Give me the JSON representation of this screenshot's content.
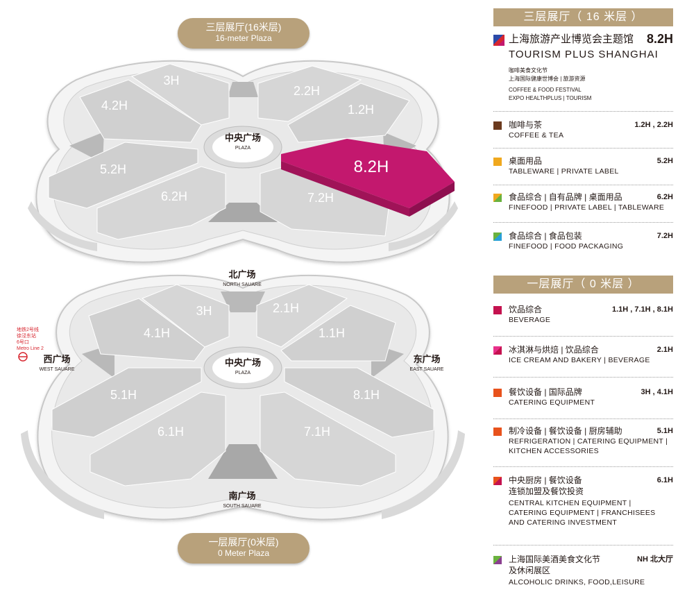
{
  "map_labels": {
    "top_pill_cn": "三层展厅(16米层)",
    "top_pill_en": "16-meter Plaza",
    "bottom_pill_cn": "一层展厅(0米层)",
    "bottom_pill_en": "0 Meter Plaza",
    "plaza_cn": "中央广场",
    "plaza_en": "PLAZA",
    "north_cn": "北广场",
    "north_en": "NORTH SAUARE",
    "south_cn": "南广场",
    "south_en": "SOUTH SAUARE",
    "west_cn": "西广场",
    "west_en": "WEST SAUARE",
    "east_cn": "东广场",
    "east_en": "EAST SAUARE",
    "metro_line1": "地铁2号线",
    "metro_line2": "徐泾东站",
    "metro_line3": "6号口",
    "metro_line4": "Metro Line 2"
  },
  "upper_halls": [
    "3H",
    "4.2H",
    "2.2H",
    "1.2H",
    "5.2H",
    "6.2H",
    "8.2H",
    "7.2H"
  ],
  "lower_halls": [
    "3H",
    "4.1H",
    "2.1H",
    "1.1H",
    "5.1H",
    "6.1H",
    "8.1H",
    "7.1H"
  ],
  "colors": {
    "gold": "#b8a17b",
    "magenta": "#c3186e",
    "hall_gray": "#d6d6d6",
    "brown": "#6b3a1e",
    "yellow": "#f0a81e",
    "crimson": "#c4124f",
    "orange": "#e8521c"
  },
  "legend": {
    "upper_title": "三层展厅（ 16 米层 ）",
    "featured": {
      "title_cn": "上海旅游产业博览会主题馆",
      "code": "8.2H",
      "title_en": "TOURISM PLUS SHANGHAI",
      "line1": "咖啡美食文化节",
      "line2": "上海国际健康世博会 | 旅游资源",
      "line3": "COFFEE & FOOD FESTIVAL",
      "line4": "EXPO HEALTHPLUS  | TOURISM"
    },
    "upper_items": [
      {
        "cn": "咖啡与茶",
        "en": "COFFEE & TEA",
        "code": "1.2H , 2.2H",
        "swatch": "brown"
      },
      {
        "cn": "桌面用品",
        "en": "TABLEWARE | PRIVATE LABEL",
        "code": "5.2H",
        "swatch": "yellow"
      },
      {
        "cn": "食品综合 | 自有品牌 | 桌面用品",
        "en": "FINEFOOD | PRIVATE LABEL | TABLEWARE",
        "code": "6.2H",
        "swatch": "yellowgreen"
      },
      {
        "cn": "食品综合 | 食品包装",
        "en": " FINEFOOD | FOOD PACKAGING",
        "code": "7.2H",
        "swatch": "greenblue"
      }
    ],
    "lower_title": "一层展厅（ 0 米层 ）",
    "lower_items": [
      {
        "cn": "饮品综合",
        "en": "BEVERAGE",
        "code": "1.1H , 7.1H , 8.1H",
        "swatch": "crimson"
      },
      {
        "cn": "冰淇淋与烘焙 | 饮品综合",
        "en": "ICE CREAM AND BAKERY  |  BEVERAGE",
        "code": "2.1H",
        "swatch": "pinkcrimson"
      },
      {
        "cn": "餐饮设备 | 国际品牌",
        "en": "CATERING EQUIPMENT",
        "code": "3H , 4.1H",
        "swatch": "orange"
      },
      {
        "cn": "制冷设备 | 餐饮设备 | 厨房辅助",
        "en": "REFRIGERATION | CATERING EQUIPMENT | KITCHEN ACCESSORIES",
        "code": "5.1H",
        "swatch": "orange"
      },
      {
        "cn": "中央厨房 | 餐饮设备",
        "cn2": "连锁加盟及餐饮投资",
        "en": "CENTRAL KITCHEN EQUIPMENT  |  CATERING EQUIPMENT  |  FRANCHISEES AND CATERING INVESTMENT",
        "code": "6.1H",
        "swatch": "orangered"
      },
      {
        "cn": "上海国际美酒美食文化节",
        "cn2": "及休闲展区",
        "en": "ALCOHOLIC DRINKS, FOOD,LEISURE",
        "code": "NH 北大厅",
        "swatch": "greenpurple"
      }
    ]
  }
}
